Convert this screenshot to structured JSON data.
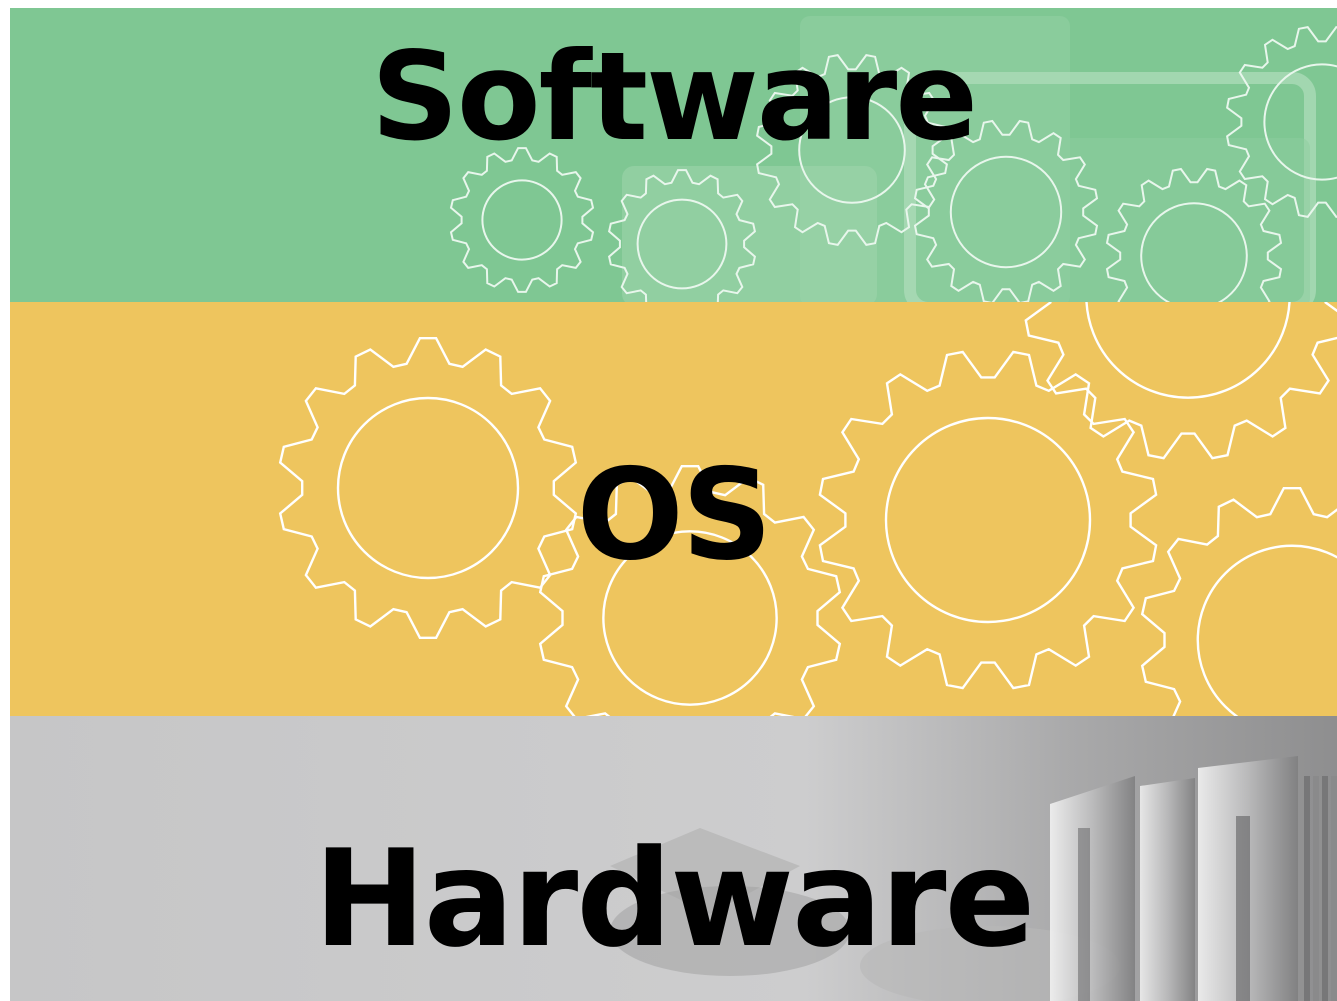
{
  "layers": [
    {
      "id": "software",
      "label": "Software",
      "color": "#7fc793"
    },
    {
      "id": "os",
      "label": "OS",
      "color": "#eec55e"
    },
    {
      "id": "hardware",
      "label": "Hardware",
      "color": "#c9c9ca"
    }
  ],
  "icons": {
    "software": "gear-icon",
    "os": "gear-icon",
    "hardware": "computer-hardware-icon"
  }
}
